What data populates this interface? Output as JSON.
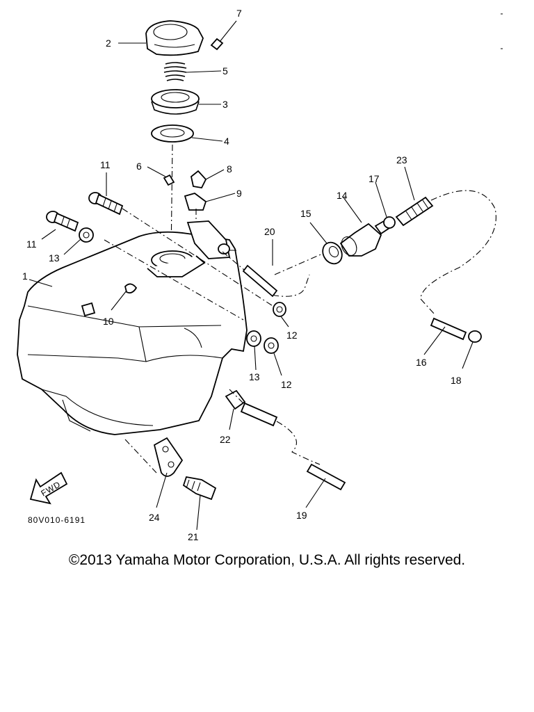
{
  "diagram": {
    "callouts": [
      {
        "id": "c2",
        "label": "2"
      },
      {
        "id": "c7",
        "label": "7"
      },
      {
        "id": "c5",
        "label": "5"
      },
      {
        "id": "c3",
        "label": "3"
      },
      {
        "id": "c4",
        "label": "4"
      },
      {
        "id": "c6",
        "label": "6"
      },
      {
        "id": "c8",
        "label": "8"
      },
      {
        "id": "c9",
        "label": "9"
      },
      {
        "id": "c11a",
        "label": "11"
      },
      {
        "id": "c11b",
        "label": "11"
      },
      {
        "id": "c13a",
        "label": "13"
      },
      {
        "id": "c1",
        "label": "1"
      },
      {
        "id": "c10",
        "label": "10"
      },
      {
        "id": "c20",
        "label": "20"
      },
      {
        "id": "c15",
        "label": "15"
      },
      {
        "id": "c14",
        "label": "14"
      },
      {
        "id": "c17",
        "label": "17"
      },
      {
        "id": "c23",
        "label": "23"
      },
      {
        "id": "c12a",
        "label": "12"
      },
      {
        "id": "c12b",
        "label": "12"
      },
      {
        "id": "c13b",
        "label": "13"
      },
      {
        "id": "c16",
        "label": "16"
      },
      {
        "id": "c18",
        "label": "18"
      },
      {
        "id": "c22",
        "label": "22"
      },
      {
        "id": "c19",
        "label": "19"
      },
      {
        "id": "c24",
        "label": "24"
      },
      {
        "id": "c21",
        "label": "21"
      }
    ],
    "fwd_label": "FWD",
    "drawing_code": "80V010-6191"
  },
  "footer": {
    "copyright": "©2013 Yamaha Motor Corporation, U.S.A. All rights reserved."
  }
}
